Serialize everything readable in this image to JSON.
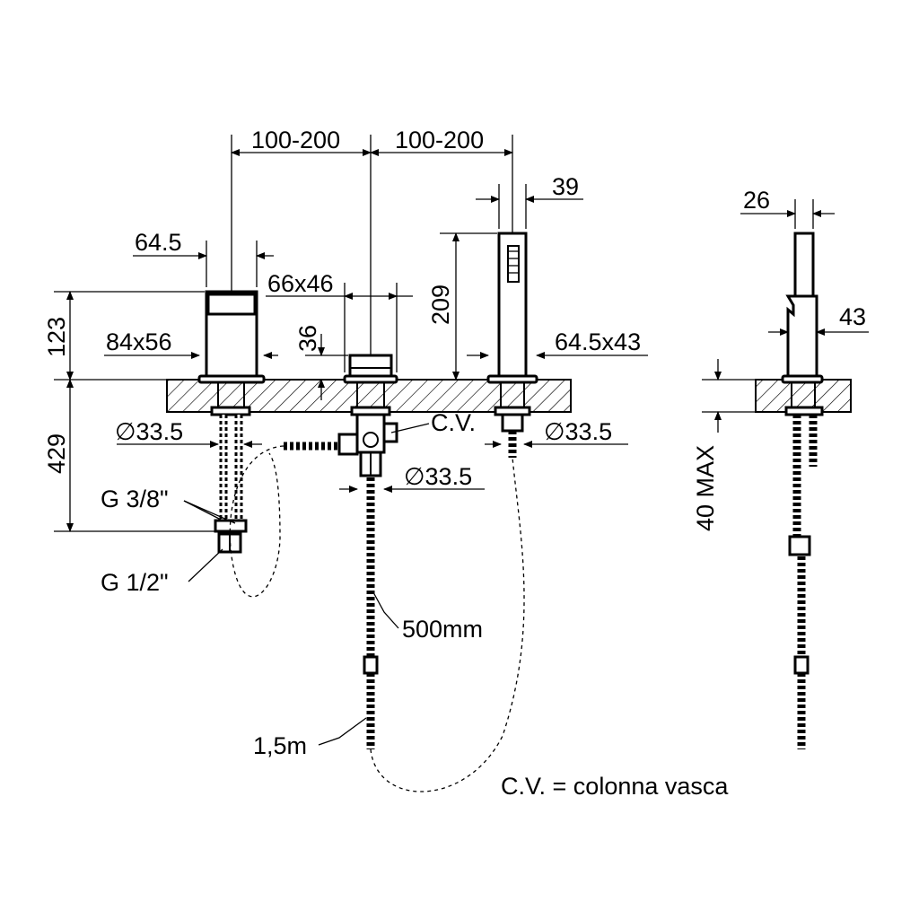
{
  "dimensions": {
    "spacing_left": "100-200",
    "spacing_right": "100-200",
    "handshower_width": "39",
    "handshower_side_width": "26",
    "handle_width": "64.5",
    "spout_base": "66x46",
    "handle_base": "84x56",
    "handle_height": "123",
    "spout_height": "36",
    "handshower_height": "209",
    "handshower_base": "64.5x43",
    "side_base": "43",
    "below_deck": "429",
    "hole_left": "33.5",
    "hole_middle": "33.5",
    "hole_right": "33.5",
    "deck_thickness": "40 MAX"
  },
  "callouts": {
    "thread_top": "G 3/8\"",
    "thread_bottom": "G 1/2\"",
    "cv": "C.V.",
    "hose_short": "500mm",
    "hose_long": "1,5m"
  },
  "legend": "C.V. = colonna vasca"
}
